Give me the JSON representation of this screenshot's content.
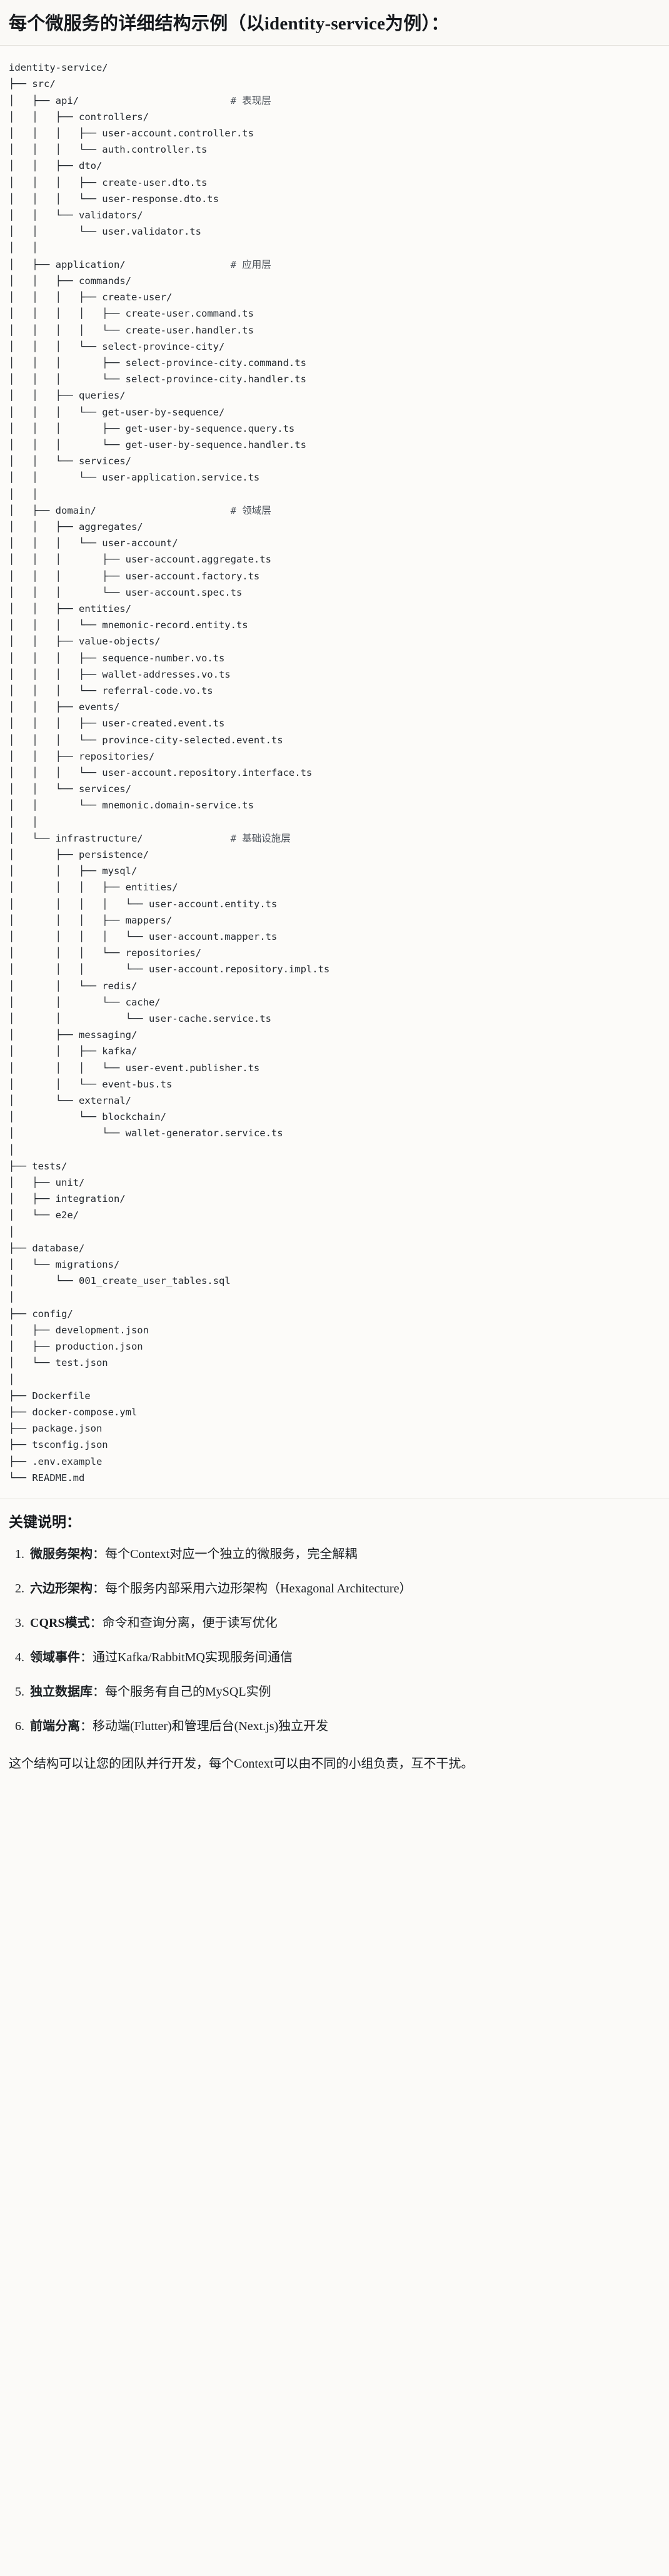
{
  "heading": "每个微服务的详细结构示例（以identity-service为例）：",
  "tree": {
    "language": "text",
    "lines": [
      "identity-service/",
      "├── src/",
      "│   ├── api/                          # 表现层",
      "│   │   ├── controllers/",
      "│   │   │   ├── user-account.controller.ts",
      "│   │   │   └── auth.controller.ts",
      "│   │   ├── dto/",
      "│   │   │   ├── create-user.dto.ts",
      "│   │   │   └── user-response.dto.ts",
      "│   │   └── validators/",
      "│   │       └── user.validator.ts",
      "│   │",
      "│   ├── application/                  # 应用层",
      "│   │   ├── commands/",
      "│   │   │   ├── create-user/",
      "│   │   │   │   ├── create-user.command.ts",
      "│   │   │   │   └── create-user.handler.ts",
      "│   │   │   └── select-province-city/",
      "│   │   │       ├── select-province-city.command.ts",
      "│   │   │       └── select-province-city.handler.ts",
      "│   │   ├── queries/",
      "│   │   │   └── get-user-by-sequence/",
      "│   │   │       ├── get-user-by-sequence.query.ts",
      "│   │   │       └── get-user-by-sequence.handler.ts",
      "│   │   └── services/",
      "│   │       └── user-application.service.ts",
      "│   │",
      "│   ├── domain/                       # 领域层",
      "│   │   ├── aggregates/",
      "│   │   │   └── user-account/",
      "│   │   │       ├── user-account.aggregate.ts",
      "│   │   │       ├── user-account.factory.ts",
      "│   │   │       └── user-account.spec.ts",
      "│   │   ├── entities/",
      "│   │   │   └── mnemonic-record.entity.ts",
      "│   │   ├── value-objects/",
      "│   │   │   ├── sequence-number.vo.ts",
      "│   │   │   ├── wallet-addresses.vo.ts",
      "│   │   │   └── referral-code.vo.ts",
      "│   │   ├── events/",
      "│   │   │   ├── user-created.event.ts",
      "│   │   │   └── province-city-selected.event.ts",
      "│   │   ├── repositories/",
      "│   │   │   └── user-account.repository.interface.ts",
      "│   │   └── services/",
      "│   │       └── mnemonic.domain-service.ts",
      "│   │",
      "│   └── infrastructure/               # 基础设施层",
      "│       ├── persistence/",
      "│       │   ├── mysql/",
      "│       │   │   ├── entities/",
      "│       │   │   │   └── user-account.entity.ts",
      "│       │   │   ├── mappers/",
      "│       │   │   │   └── user-account.mapper.ts",
      "│       │   │   └── repositories/",
      "│       │   │       └── user-account.repository.impl.ts",
      "│       │   └── redis/",
      "│       │       └── cache/",
      "│       │           └── user-cache.service.ts",
      "│       ├── messaging/",
      "│       │   ├── kafka/",
      "│       │   │   └── user-event.publisher.ts",
      "│       │   └── event-bus.ts",
      "│       └── external/",
      "│           └── blockchain/",
      "│               └── wallet-generator.service.ts",
      "│",
      "├── tests/",
      "│   ├── unit/",
      "│   ├── integration/",
      "│   └── e2e/",
      "│",
      "├── database/",
      "│   └── migrations/",
      "│       └── 001_create_user_tables.sql",
      "│",
      "├── config/",
      "│   ├── development.json",
      "│   ├── production.json",
      "│   └── test.json",
      "│",
      "├── Dockerfile",
      "├── docker-compose.yml",
      "├── package.json",
      "├── tsconfig.json",
      "├── .env.example",
      "└── README.md"
    ],
    "comments": [
      "# 表现层",
      "# 应用层",
      "# 领域层",
      "# 基础设施层"
    ]
  },
  "notes": {
    "title": "关键说明：",
    "items": [
      {
        "term": "微服务架构",
        "sep": "：",
        "desc": "每个Context对应一个独立的微服务，完全解耦"
      },
      {
        "term": "六边形架构",
        "sep": "：",
        "desc": "每个服务内部采用六边形架构（Hexagonal Architecture）"
      },
      {
        "term": "CQRS模式",
        "sep": "：",
        "desc": "命令和查询分离，便于读写优化"
      },
      {
        "term": "领域事件",
        "sep": "：",
        "desc": "通过Kafka/RabbitMQ实现服务间通信"
      },
      {
        "term": "独立数据库",
        "sep": "：",
        "desc": "每个服务有自己的MySQL实例"
      },
      {
        "term": "前端分离",
        "sep": "：",
        "desc": "移动端(Flutter)和管理后台(Next.js)独立开发"
      }
    ],
    "closing": "这个结构可以让您的团队并行开发，每个Context可以由不同的小组负责，互不干扰。"
  }
}
